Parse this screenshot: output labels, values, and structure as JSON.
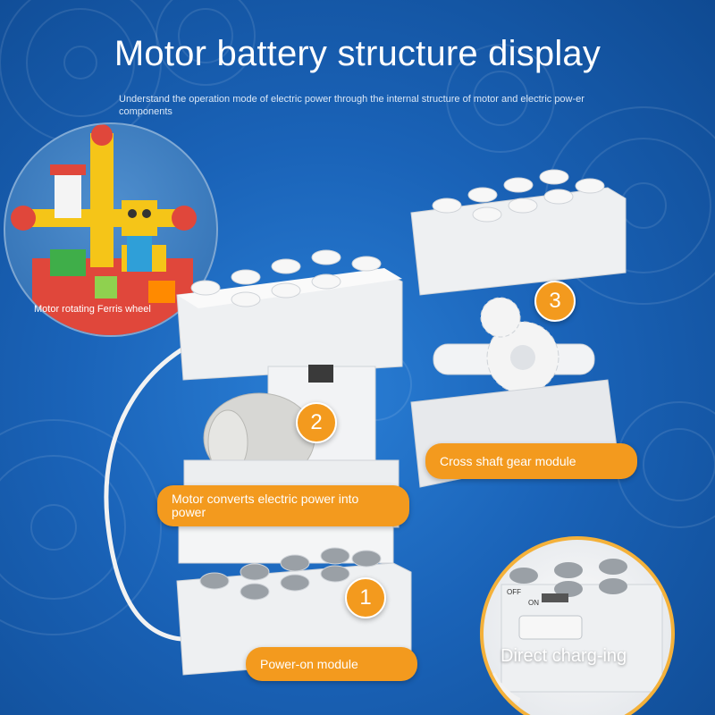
{
  "header": {
    "title": "Motor battery structure display",
    "subtitle": "Understand the operation mode of electric power through the internal structure of motor and electric pow-er components"
  },
  "inset_left": {
    "caption": "Motor rotating Ferris wheel"
  },
  "callouts": {
    "gear": {
      "number": "3",
      "label": "Cross shaft gear module"
    },
    "motor": {
      "number": "2",
      "label": "Motor converts electric power into power"
    },
    "power": {
      "number": "1",
      "label": "Power-on module"
    }
  },
  "inset_right": {
    "caption": "Direct charg-ing",
    "switch_off": "OFF",
    "switch_on": "ON"
  },
  "colors": {
    "background": "#1a63b8",
    "accent": "#f39a1e",
    "brick": "#f4f5f6"
  }
}
